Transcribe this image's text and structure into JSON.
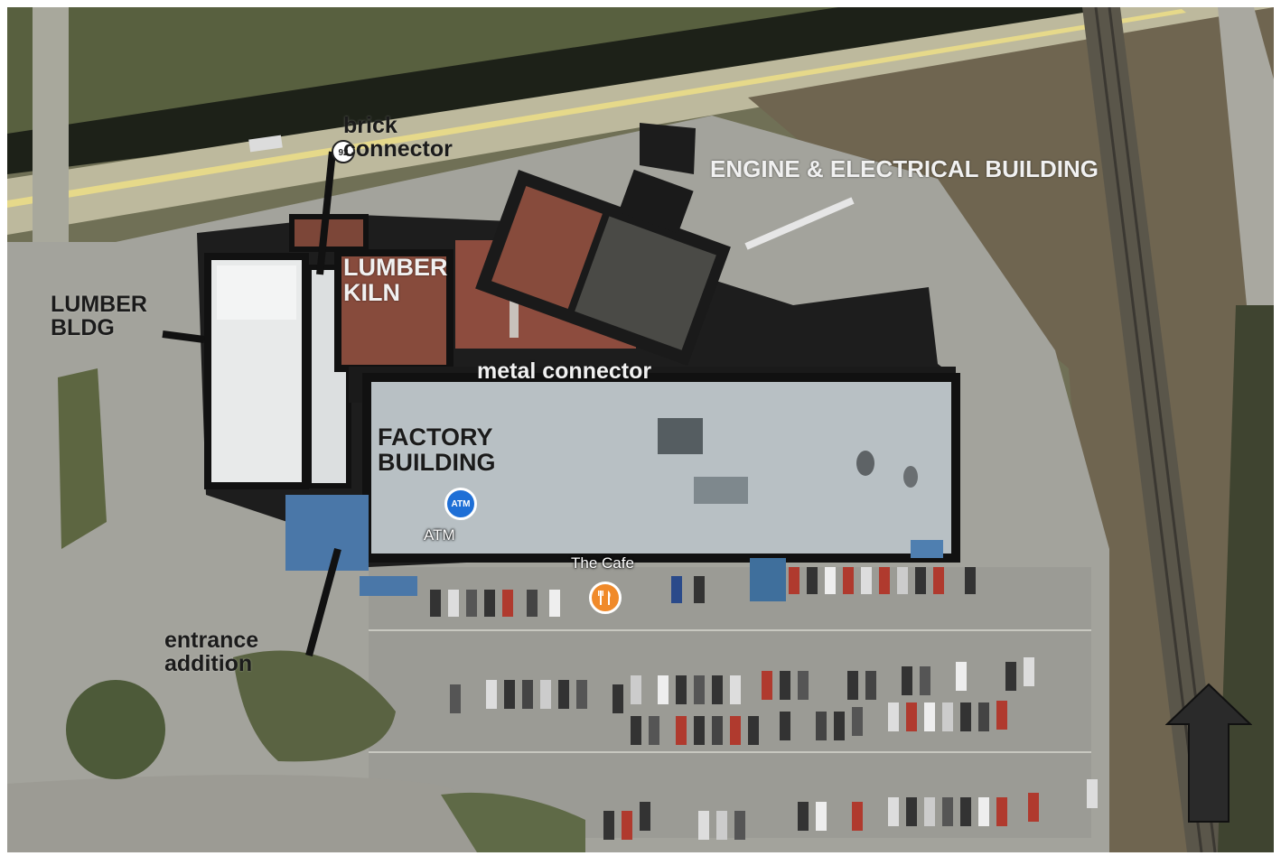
{
  "labels": {
    "brick_connector": "brick\nconnector",
    "engine_electrical": "ENGINE & ELECTRICAL BUILDING",
    "lumber_kiln": "LUMBER\nKILN",
    "lumber_bldg": "LUMBER\nBLDG",
    "metal_connector": "metal connector",
    "factory_building": "FACTORY\nBUILDING",
    "entrance_addition": "entrance\naddition"
  },
  "poi": {
    "atm": {
      "label": "ATM",
      "icon": "atm-icon",
      "pin_text": "ATM",
      "color": "#1e6fd6"
    },
    "cafe": {
      "label": "The Cafe",
      "icon": "fork-knife-icon",
      "color": "#f08a2a"
    }
  },
  "road_shield": "92",
  "north_arrow": {
    "icon": "north-arrow-icon"
  },
  "colors": {
    "outline": "#141414",
    "roof_white": "#eef0ef",
    "roof_gray": "#b9c1c5",
    "brick": "#8a4a3c",
    "highway": "#b9b59a",
    "grass": "#6e6a4e",
    "parking": "#9a9a93"
  }
}
